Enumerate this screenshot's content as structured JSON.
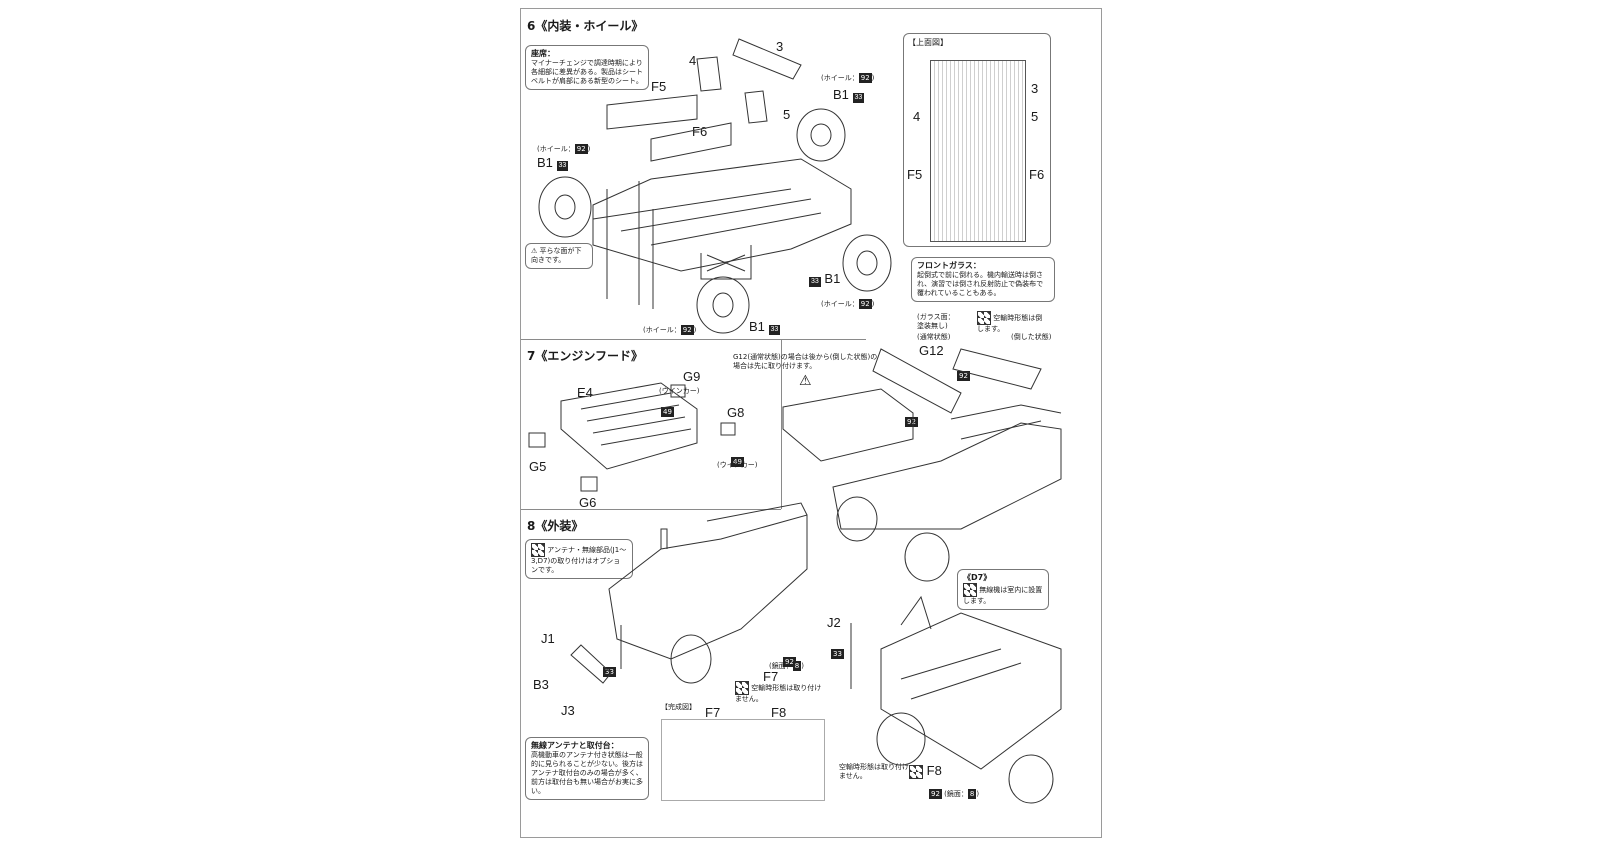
{
  "sections": {
    "s6": {
      "title": "6《内装・ホイール》"
    },
    "s7": {
      "title": "7《エンジンフード》"
    },
    "s8": {
      "title": "8《外装》"
    }
  },
  "notes": {
    "seats": {
      "title": "座席：",
      "body": "マイナーチェンジで調達時期により各細部に差異がある。製品はシートベルトが肩部にある新型のシート。"
    },
    "wheel_warn": {
      "body": "平らな面が下向きです。"
    },
    "top_view": {
      "title": "【上面図】"
    },
    "windshield": {
      "title": "フロントガラス：",
      "body": "起倒式で前に倒れる。機内輸送時は倒され、演習では倒され反射防止で偽装布で覆われていることもある。"
    },
    "g12_order": {
      "body": "G12(通常状態)の場合は後から(倒した状態)の場合は先に取り付けます。"
    },
    "glass_paint": {
      "body": "(ガラス面：塗装無し)"
    },
    "normal_state": {
      "body": "(通常状態)"
    },
    "airborne_fold": {
      "body": "空輸時形態は倒します。"
    },
    "folded_state": {
      "body": "(倒した状態)"
    },
    "antenna_opt": {
      "body": "アンテナ・無線部品(J1〜3,D7)の取り付けはオプションです。"
    },
    "d7": {
      "title": "《D7》",
      "body": "無線機は室内に設置します。"
    },
    "f7_note": {
      "body": "空輸時形態は取り付けません。"
    },
    "f8_note": {
      "body": "空輸時形態は取り付けません。"
    },
    "complete": {
      "title": "【完成図】"
    },
    "radio_antenna": {
      "title": "無線アンテナと取付台：",
      "body": "高機動車のアンテナ付き状態は一般的に見られることが少ない。後方はアンテナ取付台のみの場合が多く、前方は取付台も無い場合がお実に多い。"
    }
  },
  "callouts": {
    "wheel": "(ホイール：",
    "winker": "(ウインカー)",
    "lens": "(鏡面：",
    "color_92": "92",
    "color_49": "49",
    "color_33": "33",
    "color_8": "8",
    "close": ")"
  },
  "parts": [
    "3",
    "4",
    "5",
    "F5",
    "F6",
    "B1",
    "G12",
    "E4",
    "G9",
    "G8",
    "G5",
    "G6",
    "J1",
    "J2",
    "J3",
    "B3",
    "F7",
    "F8"
  ]
}
